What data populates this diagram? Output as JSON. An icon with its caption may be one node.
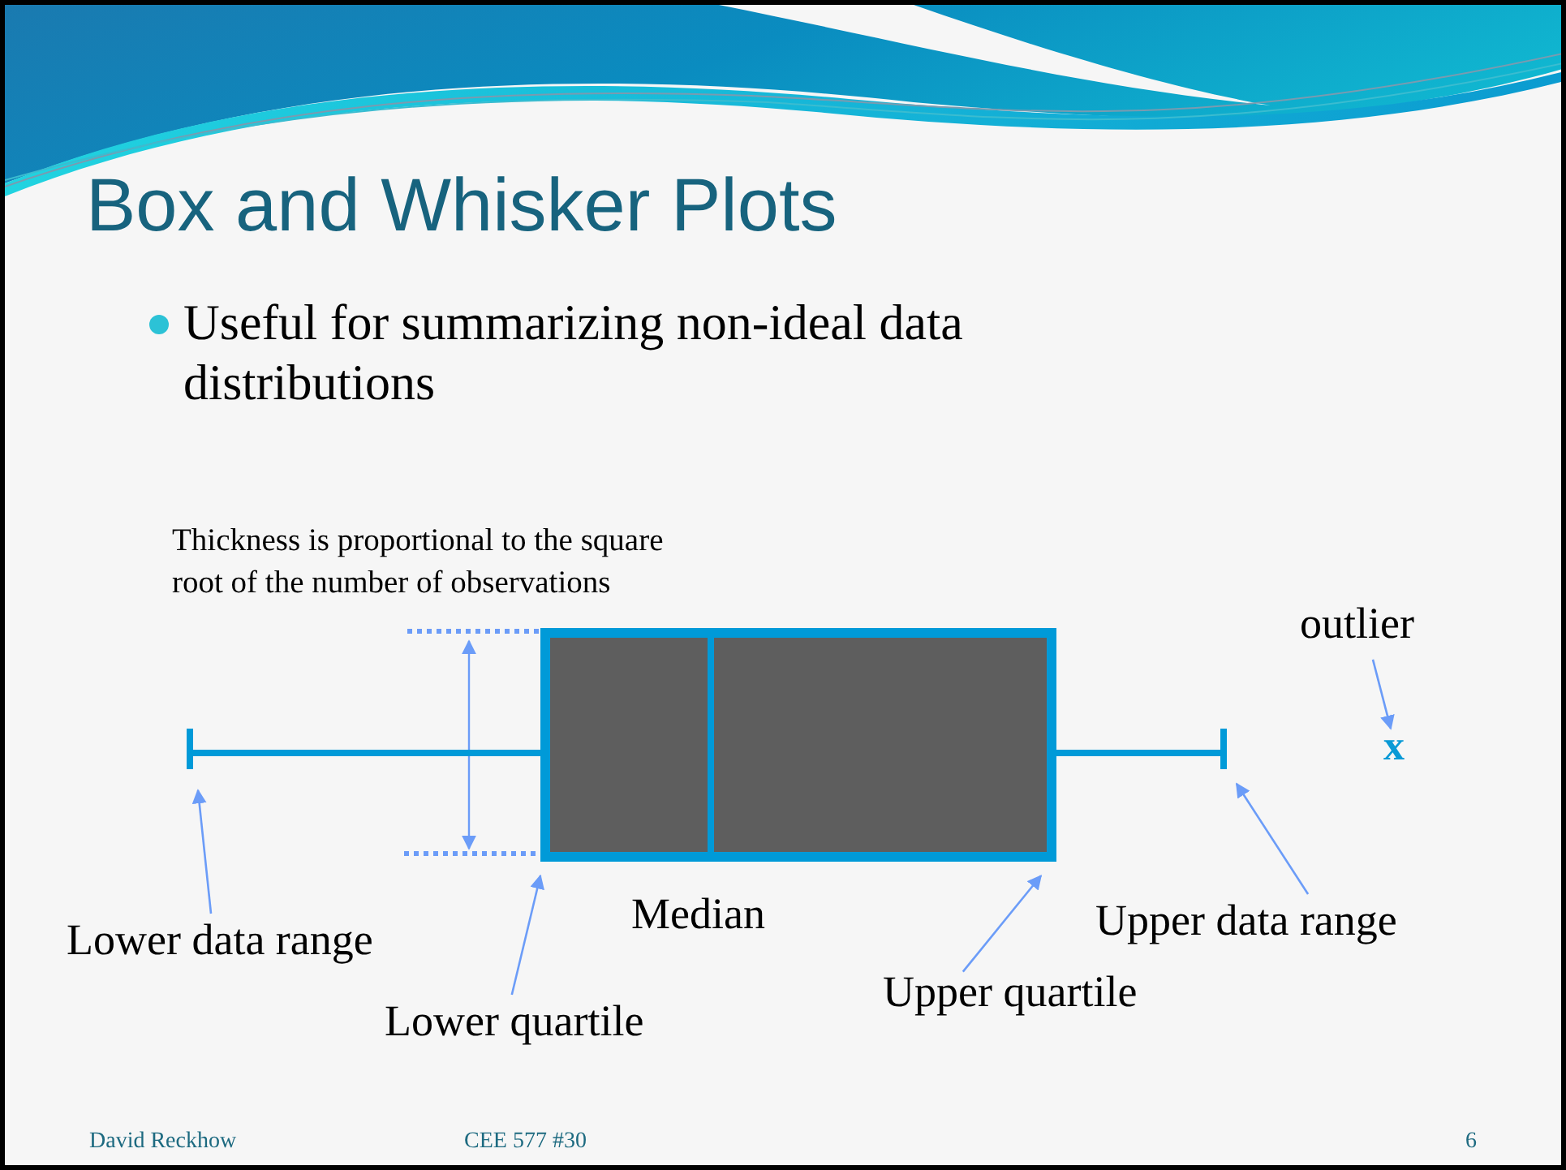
{
  "diagram": {
    "title": "Box and Whisker Plots",
    "nodes": [
      {
        "text": [
          "Lower data range"
        ]
      },
      {
        "text": [],
        "shape": "bar"
      },
      {
        "text": [
          "Lower quartile"
        ]
      },
      {
        "text": [],
        "shape": "box"
      },
      {
        "text": [
          "Upper quartile"
        ]
      },
      {
        "text": [
          "Upper data range"
        ]
      },
      {
        "text": [],
        "shape": "bar"
      },
      {
        "text": [
          "outlier"
        ]
      },
      {
        "text": [
          "x"
        ]
      }
    ],
    "edges": [
      {
        "from": 0,
        "to": 1,
        "arrow": "to"
      },
      {
        "from": 1,
        "to": 3,
        "arrow": "none",
        "style": "thick",
        "color": "#009ad8"
      },
      {
        "from": 3,
        "to": 6,
        "arrow": "none",
        "style": "thick",
        "color": "#009ad8"
      },
      {
        "from": 2,
        "to": 3,
        "arrow": "to"
      },
      {
        "from": 4,
        "to": 3,
        "arrow": "to"
      },
      {
        "from": 5,
        "to": 6,
        "arrow": "to"
      },
      {
        "from": 7,
        "to": 8,
        "arrow": "to"
      }
    ],
    "labels": [
      "Useful for summarizing non-ideal data distributions",
      "Thickness is proportional to the square root of the number of observations",
      "Median",
      "David Reckhow",
      "CEE 577  #30",
      "6"
    ]
  }
}
